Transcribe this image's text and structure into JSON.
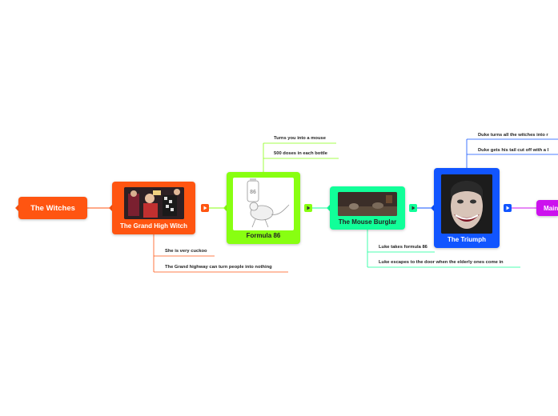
{
  "map": {
    "root": {
      "label": "The Witches",
      "color": "#ff5511"
    },
    "nodes": [
      {
        "id": "grand-high-witch",
        "label": "The Grand High Witch",
        "color": "#ff5511",
        "children": [
          "She is very cuckoo",
          "The Grand highway can turn people into nothing"
        ]
      },
      {
        "id": "formula-86",
        "label": "Formula 86",
        "color": "#88ff11",
        "children": [
          "Turns you into a mouse",
          "500 doses in each bottle"
        ]
      },
      {
        "id": "mouse-burglar",
        "label": "The Mouse Burglar",
        "color": "#11ff99",
        "children": [
          "Luke takes formula 86",
          "Luke escapes to the door when the elderly ones come in"
        ]
      },
      {
        "id": "triumph",
        "label": "The Triumph",
        "color": "#1155ff",
        "children": [
          "Duke turns all the witches into r",
          "Duke gets his tail cut off with a l"
        ]
      },
      {
        "id": "main",
        "label": "Main",
        "color": "#cc11ee",
        "children": []
      }
    ]
  }
}
